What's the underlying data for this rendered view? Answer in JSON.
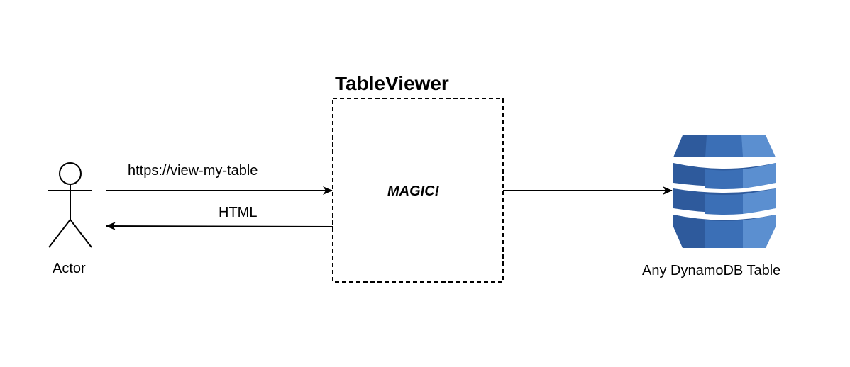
{
  "diagram": {
    "title": "TableViewer",
    "box_label": "MAGIC!",
    "request_label": "https://view-my-table",
    "response_label": "HTML",
    "actor_label": "Actor",
    "database_label": "Any DynamoDB Table"
  },
  "colors": {
    "line": "#000000",
    "db_dark": "#2e5a9c",
    "db_mid": "#3b6fb6",
    "db_light": "#5b8fd0",
    "db_highlight": "#7aa6dc",
    "db_shadow": "#1f4577"
  },
  "icons": {
    "actor": "stick-figure-icon",
    "database": "dynamodb-icon"
  }
}
